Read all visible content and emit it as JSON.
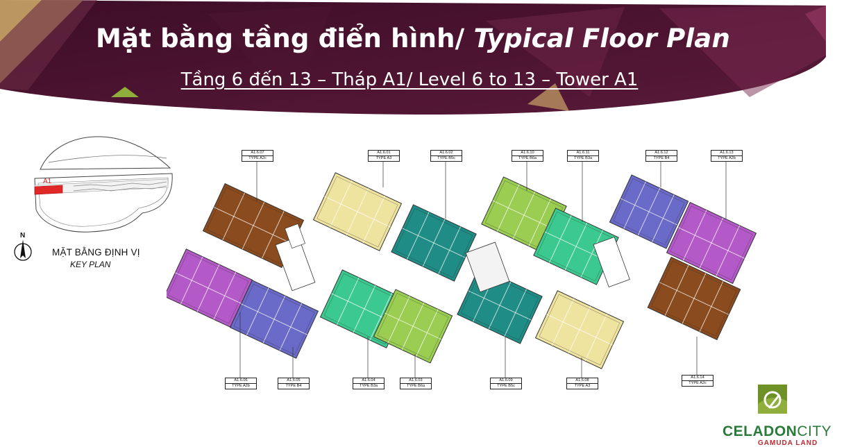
{
  "header": {
    "title_vi": "Mặt bằng tầng điển hình/",
    "title_en": "Typical Floor Plan",
    "subtitle": "Tầng 6 đến 13 – Tháp A1/ Level 6 to 13 – Tower A1"
  },
  "key_plan": {
    "tower_label": "A1",
    "north_label": "N",
    "title": "MẶT BẰNG ĐỊNH VỊ",
    "subtitle": "KEY PLAN"
  },
  "units": [
    {
      "code": "A1.6.07",
      "type": "TYPE A2c",
      "color": "#8a4b1e"
    },
    {
      "code": "A1.6.01",
      "type": "TYPE A3",
      "color": "#efe3a0"
    },
    {
      "code": "A1.6.02",
      "type": "TYPE B5c",
      "color": "#1f8c85"
    },
    {
      "code": "A1.6.10",
      "type": "TYPE B6a",
      "color": "#9acd52"
    },
    {
      "code": "A1.6.11",
      "type": "TYPE B3a",
      "color": "#3cc98f"
    },
    {
      "code": "A1.6.12",
      "type": "TYPE B4",
      "color": "#6a6ac8"
    },
    {
      "code": "A1.6.13",
      "type": "TYPE A2b",
      "color": "#b45ac8"
    },
    {
      "code": "A1.6.06",
      "type": "TYPE A2b",
      "color": "#b45ac8"
    },
    {
      "code": "A1.6.05",
      "type": "TYPE B4",
      "color": "#6a6ac8"
    },
    {
      "code": "A1.6.04",
      "type": "TYPE B3a",
      "color": "#3cc98f"
    },
    {
      "code": "A1.6.03",
      "type": "TYPE B6a",
      "color": "#9acd52"
    },
    {
      "code": "A1.6.09",
      "type": "TYPE B5c",
      "color": "#1f8c85"
    },
    {
      "code": "A1.6.08",
      "type": "TYPE A3",
      "color": "#efe3a0"
    },
    {
      "code": "A1.6.14",
      "type": "TYPE A2c",
      "color": "#8a4b1e"
    }
  ],
  "logo": {
    "brand_bold": "CELADON",
    "brand_light": "CITY",
    "maker": "GAMUDA LAND"
  },
  "colors": {
    "banner": "#4a1230",
    "banner_accent": "#7a2548",
    "gold": "#b88a4a",
    "green_accent": "#8fae3c"
  }
}
